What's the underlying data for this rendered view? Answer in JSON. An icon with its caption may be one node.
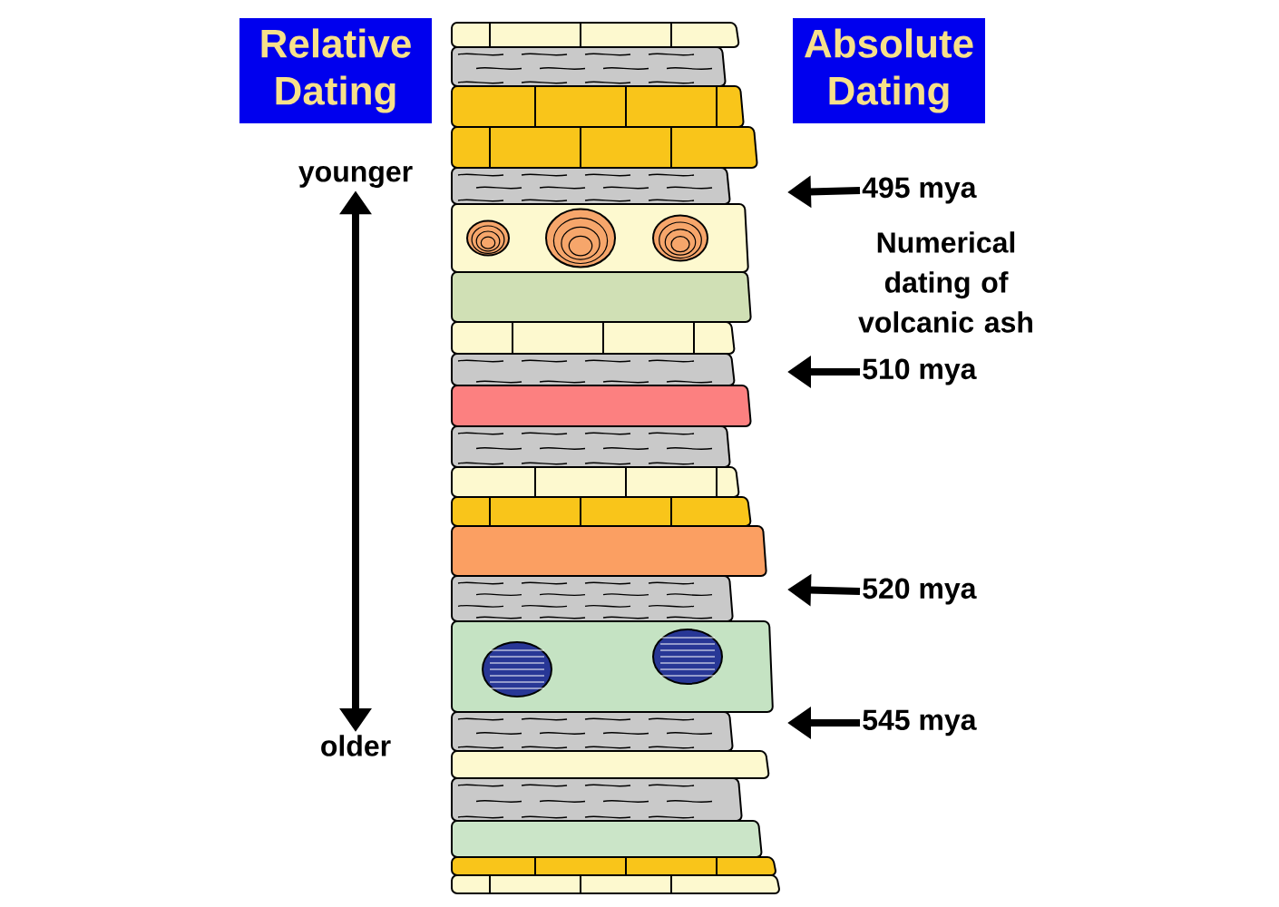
{
  "diagram": {
    "nodes": [
      {
        "text": [
          "Relative Dating"
        ]
      },
      {
        "text": [
          "Absolute Dating"
        ]
      },
      {
        "text": [
          "younger"
        ]
      },
      {
        "text": [
          "older"
        ]
      },
      {
        "text": [
          "495 mya"
        ]
      },
      {
        "text": [
          "510 mya"
        ]
      },
      {
        "text": [
          "520 mya"
        ]
      },
      {
        "text": [
          "545 mya"
        ]
      }
    ],
    "edges": [
      {
        "from": 2,
        "to": 3,
        "arrow": "both"
      },
      {
        "from": 4,
        "to": null,
        "arrow": "to"
      },
      {
        "from": 5,
        "to": null,
        "arrow": "to"
      },
      {
        "from": 6,
        "to": null,
        "arrow": "to"
      },
      {
        "from": 7,
        "to": null,
        "arrow": "to"
      }
    ],
    "labels": [
      "Numerical dating of volcanic ash"
    ]
  }
}
